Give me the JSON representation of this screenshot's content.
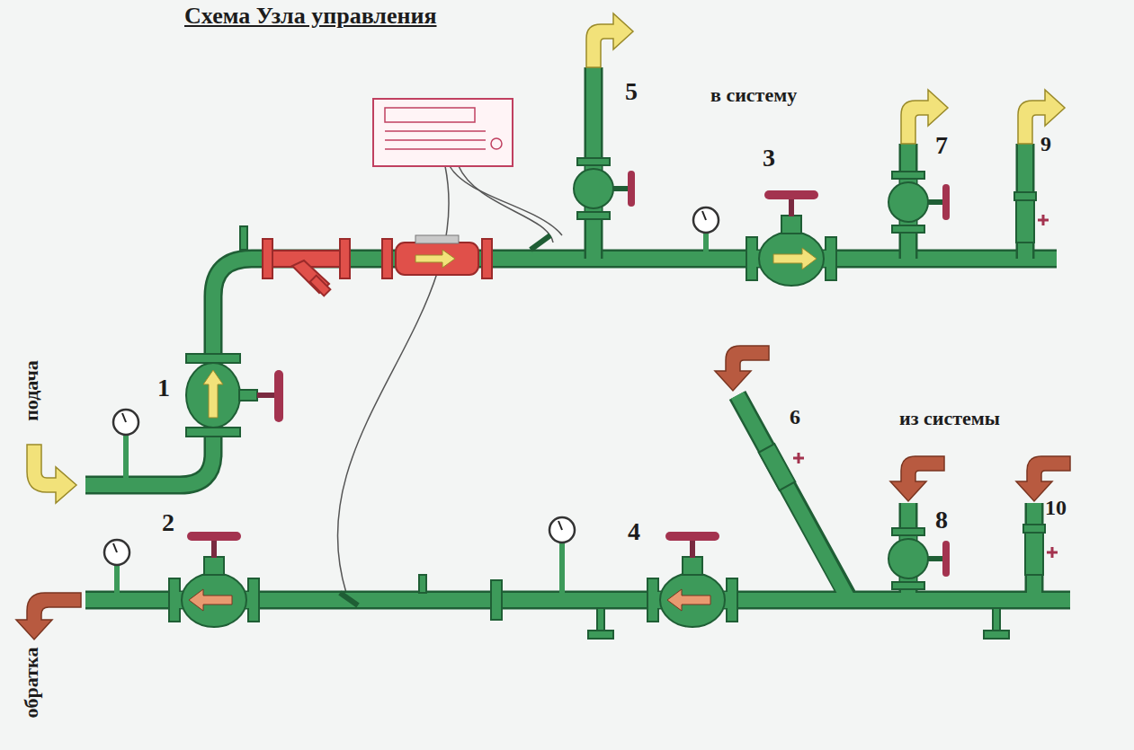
{
  "diagram": {
    "title": "Схема Узла управления",
    "labels": [
      "подача",
      "обратка",
      "в систему",
      "из системы",
      "1",
      "2",
      "3",
      "4",
      "5",
      "6",
      "7",
      "8",
      "9",
      "10"
    ]
  }
}
